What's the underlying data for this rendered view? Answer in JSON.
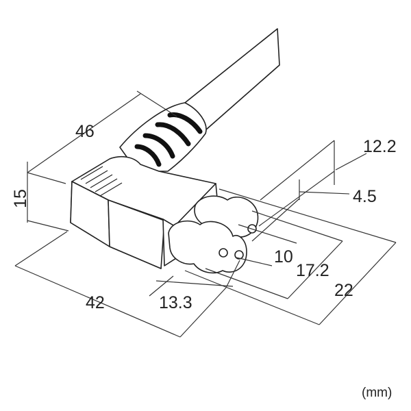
{
  "dimensions": {
    "length_46": "46",
    "height_15": "15",
    "depth_42": "42",
    "pin_13_3": "13.3",
    "width_12_2": "12.2",
    "gap_4_5": "4.5",
    "pitch_10": "10",
    "width_17_2": "17.2",
    "width_22": "22"
  },
  "unit": "(mm)",
  "icons": [
    "power-cable",
    "right-angle-c7-plug",
    "pin-socket"
  ]
}
